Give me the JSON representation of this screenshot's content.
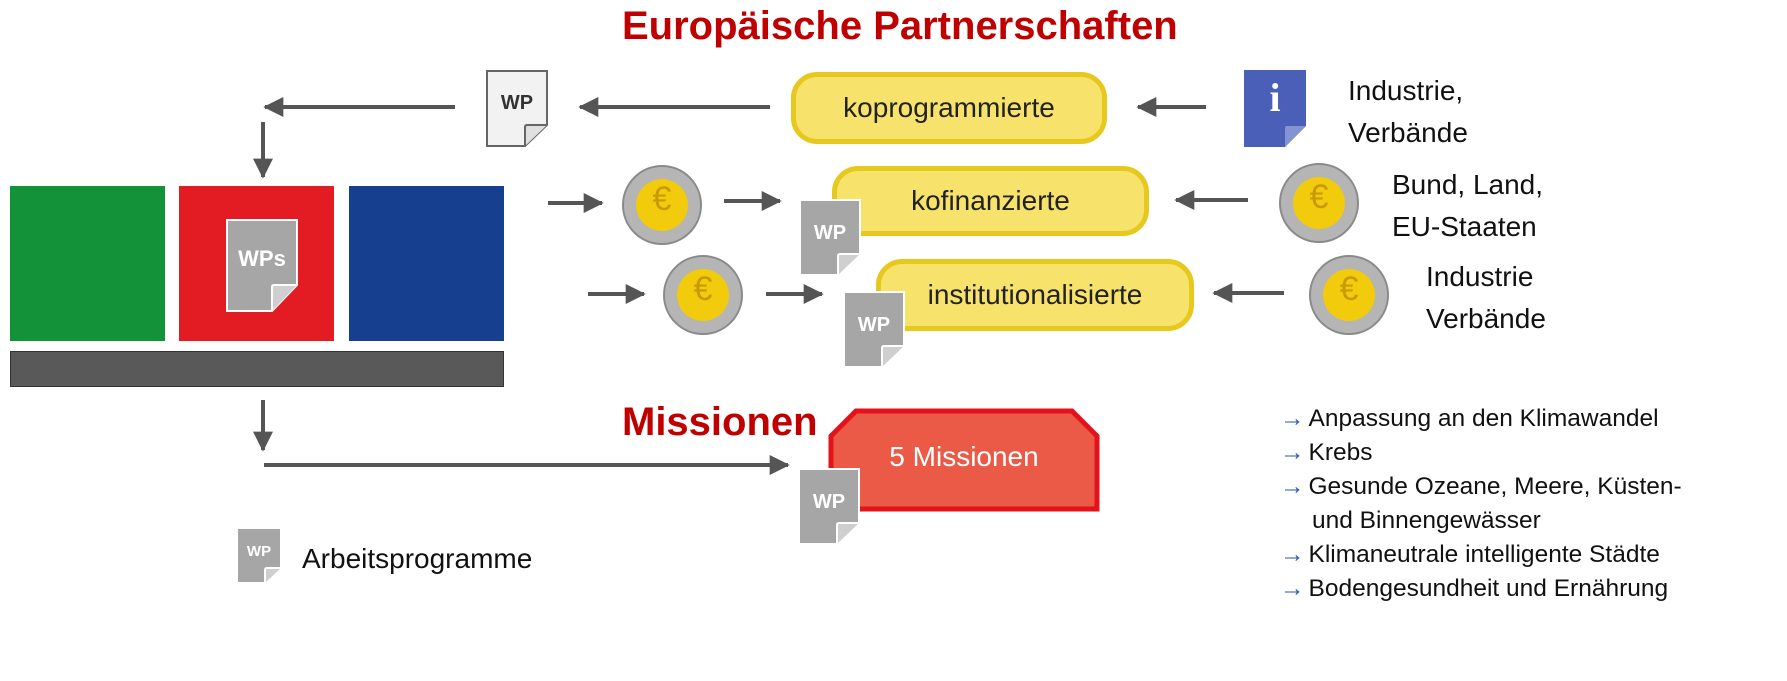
{
  "titles": {
    "partnerships": "Europäische Partnerschaften",
    "missions": "Missionen"
  },
  "pills": {
    "koprogrammierte": "koprogrammierte",
    "kofinanzierte": "kofinanzierte",
    "institutionalisierte": "institutionalisierte"
  },
  "sources": {
    "industrie_verbaende_1": [
      "Industrie,",
      "Verbände"
    ],
    "bund_land": [
      "Bund, Land,",
      "EU-Staaten"
    ],
    "industrie_verbaende_2": [
      "Industrie",
      "Verbände"
    ]
  },
  "doc_labels": {
    "wp": "WP",
    "wps": "WPs"
  },
  "icons": {
    "info": "i",
    "euro": "€"
  },
  "missions_box": "5 Missionen",
  "missions_list": [
    [
      "Anpassung an den Klimawandel"
    ],
    [
      "Krebs"
    ],
    [
      "Gesunde Ozeane, Meere, Küsten-",
      "und Binnengewässer"
    ],
    [
      "Klimaneutrale intelligente Städte"
    ],
    [
      "Bodengesundheit und Ernährung"
    ]
  ],
  "list_arrow": "→",
  "legend": "Arbeitsprogramme",
  "colors": {
    "title_red": "#c00000",
    "pillar_green": "#13923a",
    "pillar_red": "#e31b23",
    "pillar_blue": "#163f8f",
    "base_bar": "#595959",
    "pill_fill": "#f7e36b",
    "pill_border": "#e6c81f",
    "mission_fill": "#ea5a47",
    "mission_border": "#e3121b",
    "coin_ring": "#b5b5b5",
    "coin_center": "#f2cb0c",
    "doc_gray": "#a6a6a6",
    "info_blue": "#4a60b8"
  }
}
